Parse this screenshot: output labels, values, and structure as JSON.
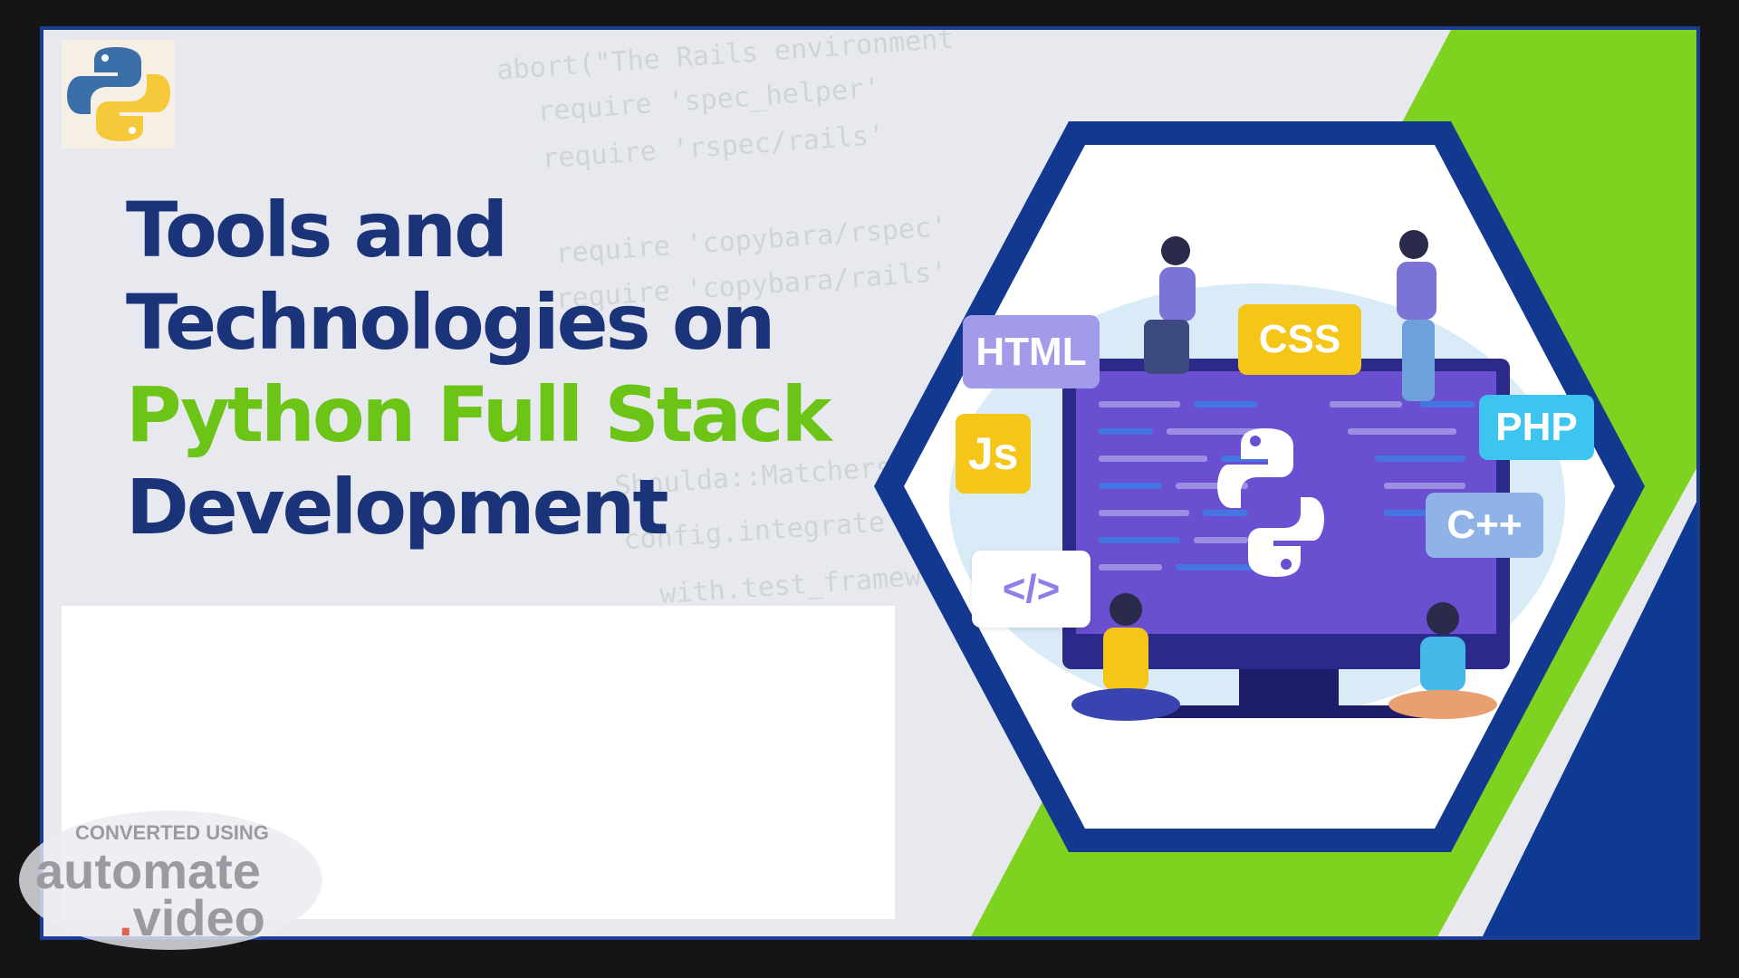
{
  "slide": {
    "title_line1": "Tools and",
    "title_line2": "Technologies on",
    "title_line3": "Python Full Stack",
    "title_line4": "Development",
    "background_code": [
      "abort(\"The Rails environment",
      "require 'spec_helper'",
      "require 'rspec/rails'",
      "require 'copybara/rspec'",
      "require 'copybara/rails'",
      "Shoulda::Matchers.configure",
      "config.integrate do |with|",
      "with.test_framework :rspec"
    ]
  },
  "illustration": {
    "badges": {
      "html": "HTML",
      "css": "CSS",
      "js": "Js",
      "php": "PHP",
      "cpp": "C++",
      "code": "</>"
    }
  },
  "watermark": {
    "line1": "CONVERTED USING",
    "line2": "automate",
    "line3_dot": ".",
    "line3": "video"
  },
  "colors": {
    "navy": "#1b3479",
    "green": "#6cc417",
    "border_blue": "#1a3d93",
    "accent_green": "#7ed321"
  }
}
